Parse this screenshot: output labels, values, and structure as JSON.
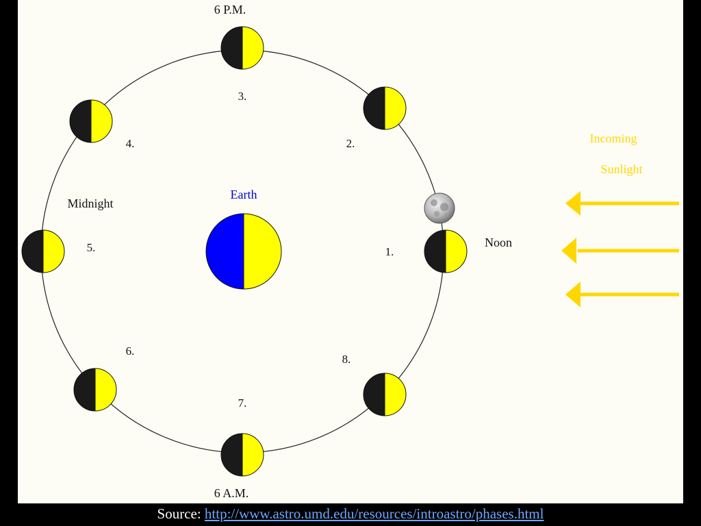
{
  "diagram": {
    "time_labels": {
      "top": "6 P.M.",
      "bottom": "6 A.M.",
      "left": "Midnight",
      "right": "Noon"
    },
    "earth_label": "Earth",
    "sunlight_label": [
      "Incoming",
      "Sunlight"
    ],
    "positions": [
      {
        "label": "1."
      },
      {
        "label": "2."
      },
      {
        "label": "3."
      },
      {
        "label": "4."
      },
      {
        "label": "5."
      },
      {
        "label": "6."
      },
      {
        "label": "7."
      },
      {
        "label": "8."
      }
    ],
    "colors": {
      "lit": "#ffff00",
      "dark": "#1a1a1a",
      "earth_night": "#0000ff",
      "sunlight": "#ffd700",
      "earth_label": "#0000cc",
      "background": "#fdfdf5"
    }
  },
  "footer": {
    "source_prefix": "Source: ",
    "source_url": "http://www.astro.umd.edu/resources/introastro/phases.html"
  }
}
